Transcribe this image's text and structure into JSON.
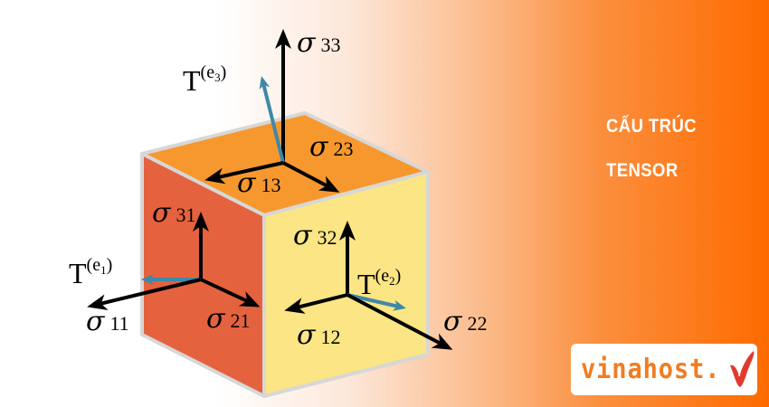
{
  "title": {
    "line1": "CẤU TRÚC",
    "line2": "TENSOR"
  },
  "logo": {
    "text": "vinahost.",
    "brand_color": "#f07d22",
    "check_color": "#e03a2e"
  },
  "diagram": {
    "faces": {
      "top_color": "#f7982f",
      "left_color": "#e5623f",
      "right_color": "#fbe584",
      "edge_color": "#d7d7d7"
    },
    "labels": {
      "sigma": "σ",
      "s33": "33",
      "s23": "23",
      "s13": "13",
      "s31": "31",
      "s21": "21",
      "s11": "11",
      "s32": "32",
      "s12": "12",
      "s22": "22",
      "T": "T",
      "e3_open": "(e",
      "e3_sub": "3",
      "e1_sub": "1",
      "e2_sub": "2",
      "close": ")"
    },
    "traction_color": "#3f88a8"
  }
}
